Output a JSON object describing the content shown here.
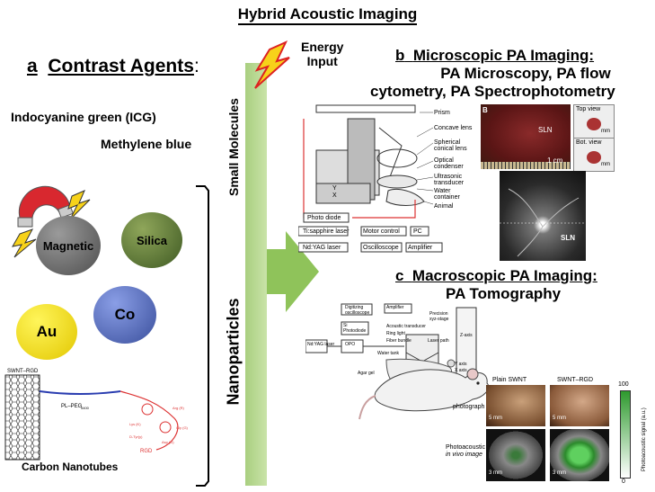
{
  "title": "Hybrid Acoustic Imaging",
  "energy_input": [
    "Energy",
    "Input"
  ],
  "section_a": {
    "letter": "a",
    "title": "Contrast Agents",
    "colon": ":",
    "small_molecules": [
      "Indocyanine green (ICG)",
      "Methylene blue"
    ],
    "particles": [
      "Magnetic",
      "Silica",
      "Au",
      "Co"
    ],
    "carbon_nanotubes": "Carbon Nanotubes",
    "cnt_labels": [
      "SWNT–RGD",
      "PL–PEG",
      "5400",
      "RGD",
      "Lys (K)",
      "Arg (R)",
      "Gly (G)",
      "Asp (D)",
      "D-Tyr(y)"
    ]
  },
  "axis_labels": {
    "small_molecules": "Small Molecules",
    "nanoparticles": "Nanoparticles"
  },
  "section_b": {
    "letter": "b",
    "title_line1": "Microscopic PA Imaging:",
    "title_line2": "PA Microscopy, PA flow",
    "title_line3": "cytometry, PA Spectrophotometry",
    "setup_labels": [
      "Prism",
      "Concave lens",
      "Spherical conical lens",
      "Optical condenser",
      "Ultrasonic transducer",
      "Water container",
      "Animal",
      "Photo diode",
      "Ti:sapphire laser",
      "Nd:YAG laser",
      "Motor control",
      "PC",
      "Oscilloscope",
      "Amplifier",
      "Y",
      "X"
    ],
    "photo_labels": {
      "panel": "B",
      "sln": "SLN",
      "top_view": "Top view",
      "bot_view": "Bot. view",
      "scale": "1 cm",
      "mm": "mm",
      "sln2": "SLN"
    }
  },
  "section_c": {
    "letter": "c",
    "title_line1": "Macroscopic PA Imaging:",
    "title_line2": "PA Tomography",
    "setup_labels": [
      "Digitizing oscilloscope",
      "Amplifier",
      "Si Photodiode",
      "Nd:YAG laser",
      "OPO",
      "Acoustic transducer",
      "Ring light",
      "Fiber bundle",
      "Water tank",
      "Laser path",
      "Precision xyz-stage",
      "Z-axis",
      "Y axis",
      "X axis",
      "Agar gel"
    ],
    "grid": {
      "col1": "Plain SWNT",
      "col2": "SWNT–RGD",
      "row1": "photograph",
      "row2_line1": "Photoacoustic",
      "row2_line2": "in vivo image",
      "scale_5mm": "5 mm",
      "scale_3mm": "3 mm",
      "colorbar_max": "100",
      "colorbar_min": "0",
      "colorbar_label": "Photoacoustic signal (a.u.)"
    }
  }
}
